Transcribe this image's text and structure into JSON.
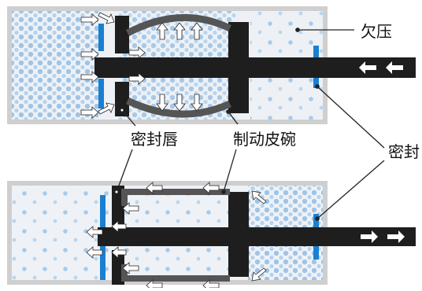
{
  "labels": {
    "underpressure": "欠压",
    "lip_seal": "密封唇",
    "brake_cup": "制动皮碗",
    "seal": "密封"
  },
  "icons": {
    "air_flow": "arrow-icon",
    "rod_motion": "arrow-icon"
  },
  "colors": {
    "cylinder_wall": "#c8c8c8",
    "chamber": "#e8eef4",
    "particles": "#9fc4e6",
    "seal": "#1b7fd0",
    "rod": "#1e1e1e",
    "cup": "#555555",
    "leader": "#222222",
    "text": "#111111"
  }
}
